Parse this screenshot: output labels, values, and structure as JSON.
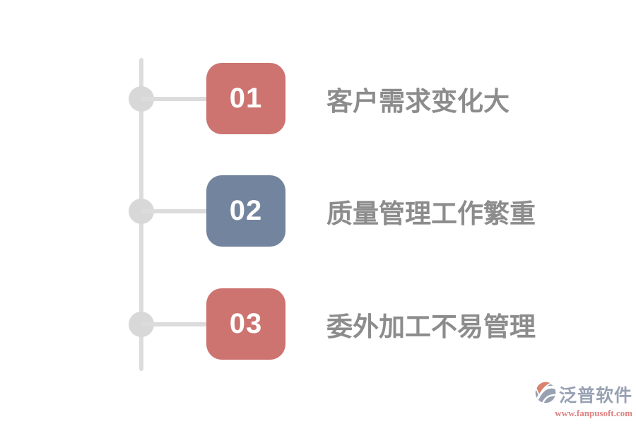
{
  "items": [
    {
      "number": "01",
      "label": "客户需求变化大",
      "badge_color": "#cd7370"
    },
    {
      "number": "02",
      "label": "质量管理工作繁重",
      "badge_color": "#73849e"
    },
    {
      "number": "03",
      "label": "委外加工不易管理",
      "badge_color": "#cd7370"
    }
  ],
  "watermark": {
    "brand": "泛普软件",
    "url": "www.fanpusoft.com"
  },
  "colors": {
    "badge_red": "#cd7370",
    "badge_blue": "#73849e",
    "timeline_line": "#dcdcdc",
    "timeline_node": "#d8d8d8",
    "label_text": "#8c8c8c",
    "badge_number_text": "#ffffff",
    "brand_text": "#98a1b2",
    "brand_url": "#dd8181",
    "logo_accent": "#d9826f"
  }
}
